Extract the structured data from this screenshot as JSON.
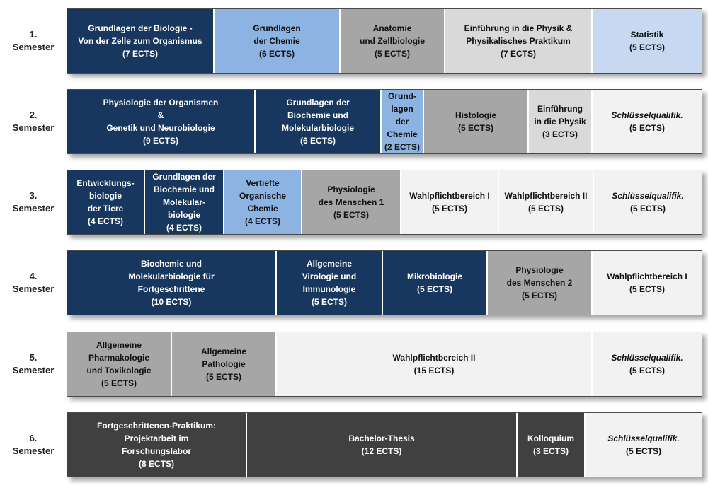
{
  "semesters": [
    {
      "label_num": "1.",
      "label_word": "Semester",
      "modules": [
        {
          "text": "Grundlagen der Biologie -\nVon der Zelle zum Organismus\n(7 ECTS)",
          "color": "navy"
        },
        {
          "text": "Grundlagen\nder Chemie\n(6 ECTS)",
          "color": "blue"
        },
        {
          "text": "Anatomie\nund Zellbiologie\n(5 ECTS)",
          "color": "gray"
        },
        {
          "text": "Einführung in die Physik &\nPhysikalisches Praktikum\n(7 ECTS)",
          "color": "lightgray"
        },
        {
          "text": "Statistik\n(5 ECTS)",
          "color": "lightblue"
        }
      ]
    },
    {
      "label_num": "2.",
      "label_word": "Semester",
      "modules": [
        {
          "text": "Physiologie der Organismen\n&\nGenetik und Neurobiologie\n(9 ECTS)",
          "color": "navy"
        },
        {
          "text": "Grundlagen der\nBiochemie und\nMolekularbiologie\n(6 ECTS)",
          "color": "navy"
        },
        {
          "text": "Grund-\nlagen\nder\nChemie\n(2 ECTS)",
          "color": "blue"
        },
        {
          "text": "Histologie\n(5 ECTS)",
          "color": "gray"
        },
        {
          "text": "Einführung\nin die Physik\n(3 ECTS)",
          "color": "lightgray"
        },
        {
          "text": "Schlüsselqualifik.\n(5 ECTS)",
          "color": "white",
          "italic": true
        }
      ]
    },
    {
      "label_num": "3.",
      "label_word": "Semester",
      "modules": [
        {
          "text": "Entwicklungs-\nbiologie\nder Tiere\n(4 ECTS)",
          "color": "navy"
        },
        {
          "text": "Grundlagen der\nBiochemie und\nMolekular-\nbiologie\n(4 ECTS)",
          "color": "navy"
        },
        {
          "text": "Vertiefte\nOrganische\nChemie\n(4 ECTS)",
          "color": "blue"
        },
        {
          "text": "Physiologie\ndes Menschen 1\n(5 ECTS)",
          "color": "gray"
        },
        {
          "text": "Wahlpflichtbereich I\n(5 ECTS)",
          "color": "white"
        },
        {
          "text": "Wahlpflichtbereich II\n(5 ECTS)",
          "color": "white"
        },
        {
          "text": "Schlüsselqualifik.\n(5 ECTS)",
          "color": "white",
          "italic": true
        }
      ]
    },
    {
      "label_num": "4.",
      "label_word": "Semester",
      "modules": [
        {
          "text": "Biochemie und\nMolekularbiologie für\nFortgeschrittene\n(10 ECTS)",
          "color": "navy"
        },
        {
          "text": "Allgemeine\nVirologie und\nImmunologie\n(5 ECTS)",
          "color": "navy"
        },
        {
          "text": "Mikrobiologie\n(5 ECTS)",
          "color": "navy"
        },
        {
          "text": "Physiologie\ndes Menschen 2\n(5 ECTS)",
          "color": "gray"
        },
        {
          "text": "Wahlpflichtbereich I\n(5 ECTS)",
          "color": "white"
        }
      ]
    },
    {
      "label_num": "5.",
      "label_word": "Semester",
      "modules": [
        {
          "text": "Allgemeine\nPharmakologie\nund Toxikologie\n(5 ECTS)",
          "color": "gray"
        },
        {
          "text": "Allgemeine\nPathologie\n(5 ECTS)",
          "color": "gray"
        },
        {
          "text": "Wahlpflichtbereich II\n(15 ECTS)",
          "color": "white"
        },
        {
          "text": "Schlüsselqualifik.\n(5 ECTS)",
          "color": "white",
          "italic": true
        }
      ]
    },
    {
      "label_num": "6.",
      "label_word": "Semester",
      "modules": [
        {
          "text": "Fortgeschrittenen-Praktikum:\nProjektarbeit im\nForschungslabor\n(8 ECTS)",
          "color": "dark"
        },
        {
          "text": "Bachelor-Thesis\n(12 ECTS)",
          "color": "dark"
        },
        {
          "text": "Kolloquium\n(3 ECTS)",
          "color": "dark"
        },
        {
          "text": "Schlüsselqualifik.\n(5 ECTS)",
          "color": "white",
          "italic": true
        }
      ]
    }
  ]
}
